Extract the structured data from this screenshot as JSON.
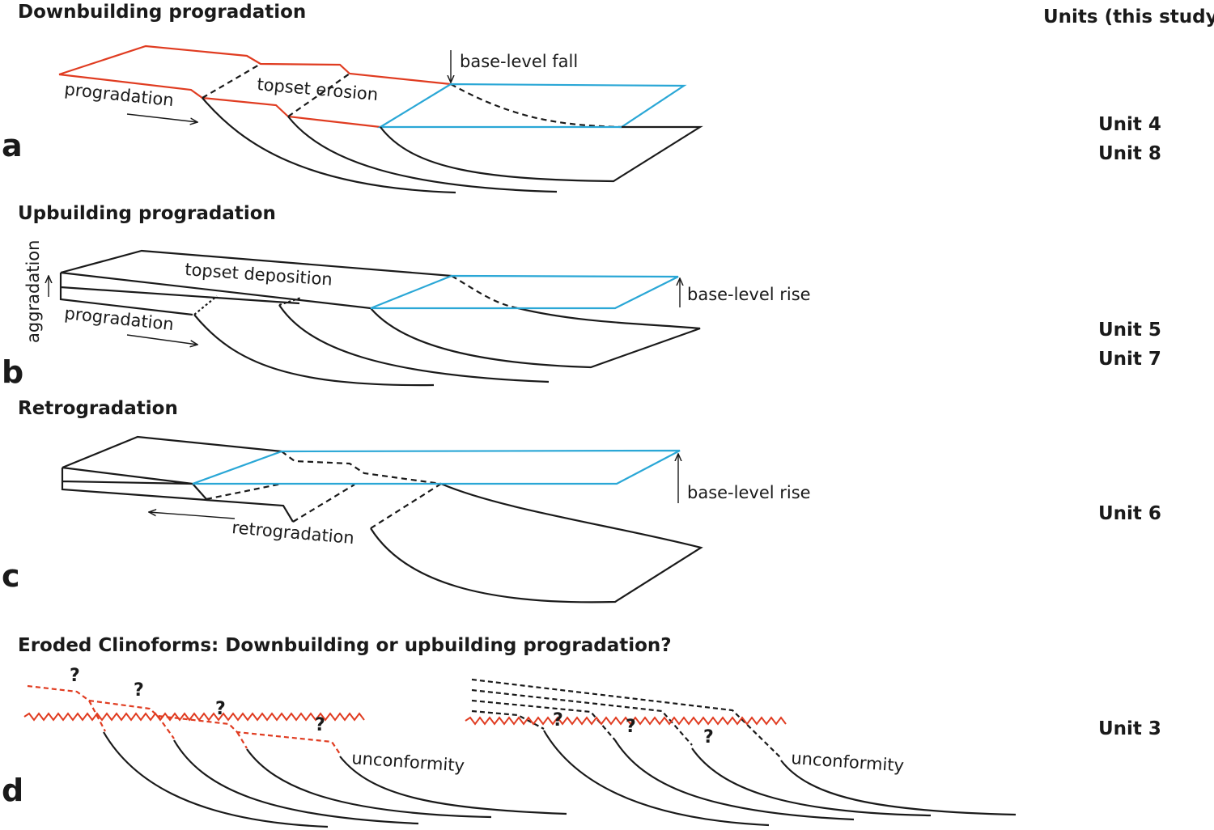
{
  "header": {
    "units_title": "Units (this study)"
  },
  "panels": [
    {
      "letter": "a",
      "title": "Downbuilding progradation",
      "labels": {
        "progradation": "progradation",
        "topset_erosion": "topset erosion",
        "base_level_fall": "base-level fall"
      },
      "units": [
        "Unit 4",
        "Unit 8"
      ]
    },
    {
      "letter": "b",
      "title": "Upbuilding progradation",
      "labels": {
        "aggradation": "aggradation",
        "topset_deposition": "topset deposition",
        "progradation": "progradation",
        "base_level_rise": "base-level rise"
      },
      "units": [
        "Unit 5",
        "Unit 7"
      ]
    },
    {
      "letter": "c",
      "title": "Retrogradation",
      "labels": {
        "retrogradation": "retrogradation",
        "base_level_rise": "base-level rise"
      },
      "units": [
        "Unit 6"
      ]
    },
    {
      "letter": "d",
      "title": "Eroded Clinoforms: Downbuilding or upbuilding progradation?",
      "labels": {
        "unconformity_left": "unconformity",
        "unconformity_right": "unconformity",
        "question": "?"
      },
      "units": [
        "Unit 3"
      ]
    }
  ],
  "colors": {
    "erosion_red": "#e03c21",
    "base_level_blue": "#2aa7d6",
    "line_black": "#1a1a1a"
  }
}
